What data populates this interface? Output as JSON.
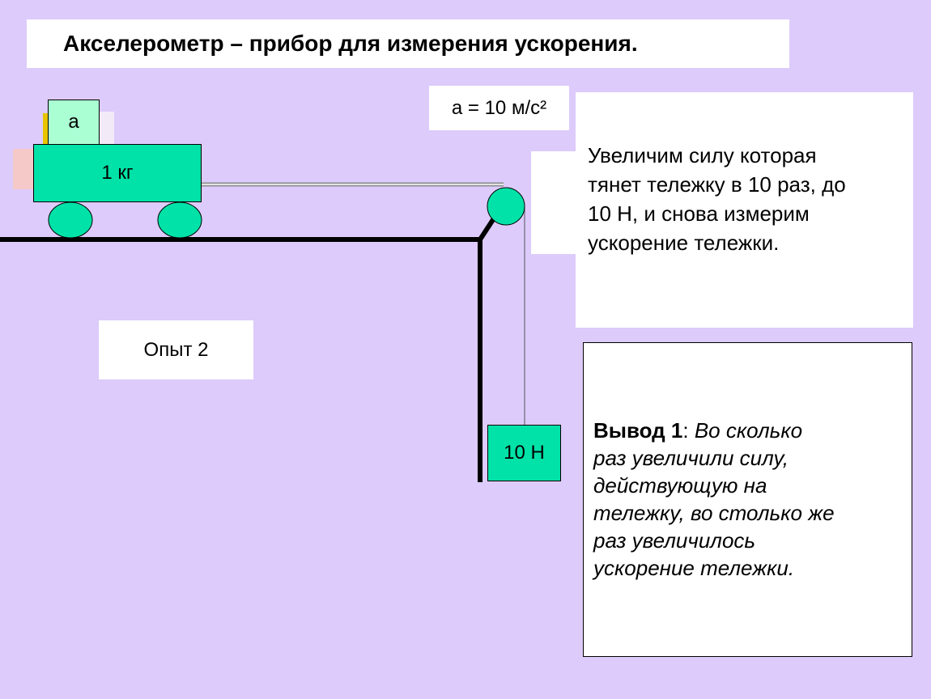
{
  "title": "Акселерометр – прибор для измерения ускорения.",
  "acceleration_label": "а = 10 м/с²",
  "info_text": "Увеличим силу которая тянет тележку в 10 раз, до 10 Н, и снова измерим ускорение тележки.",
  "experiment_label": "Опыт 2",
  "conclusion": {
    "heading": "Вывод 1",
    "separator": ": ",
    "body": "Во сколько раз увеличили силу, действующую на тележку, во столько же раз увеличилось ускорение тележки."
  },
  "cart": {
    "mass_label": "1 кг",
    "accelerometer_label": "а"
  },
  "weight_label": "10 Н",
  "colors": {
    "background": "#dccbfb",
    "cart": "#00e2a8",
    "accelerometer": "#aaffd3",
    "pulley": "#00e2a8"
  }
}
